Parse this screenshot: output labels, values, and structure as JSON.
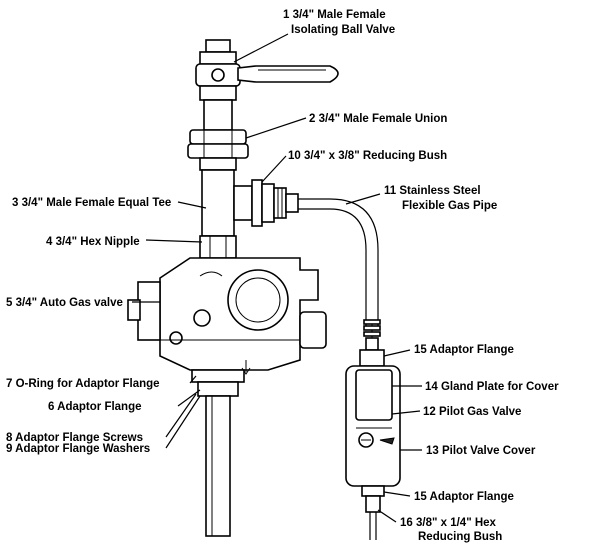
{
  "labels": [
    {
      "id": "label-1",
      "lines": [
        "1  3/4\" Male Female",
        "Isolating Ball Valve"
      ]
    },
    {
      "id": "label-2",
      "lines": [
        "2  3/4\" Male Female Union"
      ]
    },
    {
      "id": "label-10",
      "lines": [
        "10  3/4\" x 3/8\" Reducing Bush"
      ]
    },
    {
      "id": "label-11",
      "lines": [
        "11  Stainless Steel",
        "Flexible Gas Pipe"
      ]
    },
    {
      "id": "label-3",
      "lines": [
        "3  3/4\" Male Female Equal Tee"
      ]
    },
    {
      "id": "label-4",
      "lines": [
        "4  3/4\" Hex Nipple"
      ]
    },
    {
      "id": "label-5",
      "lines": [
        "5  3/4\" Auto Gas valve"
      ]
    },
    {
      "id": "label-15a",
      "lines": [
        "15  Adaptor Flange"
      ]
    },
    {
      "id": "label-7",
      "lines": [
        "7  O-Ring for Adaptor Flange"
      ]
    },
    {
      "id": "label-14",
      "lines": [
        "14  Gland Plate for Cover"
      ]
    },
    {
      "id": "label-6",
      "lines": [
        "6  Adaptor Flange"
      ]
    },
    {
      "id": "label-12",
      "lines": [
        "12  Pilot Gas Valve"
      ]
    },
    {
      "id": "label-8",
      "lines": [
        "8  Adaptor Flange Screws"
      ]
    },
    {
      "id": "label-9",
      "lines": [
        "9  Adaptor Flange Washers"
      ]
    },
    {
      "id": "label-13",
      "lines": [
        "13  Pilot Valve Cover"
      ]
    },
    {
      "id": "label-15b",
      "lines": [
        "15  Adaptor Flange"
      ]
    },
    {
      "id": "label-16",
      "lines": [
        "16  3/8\" x 1/4\" Hex",
        "Reducing Bush"
      ]
    }
  ]
}
